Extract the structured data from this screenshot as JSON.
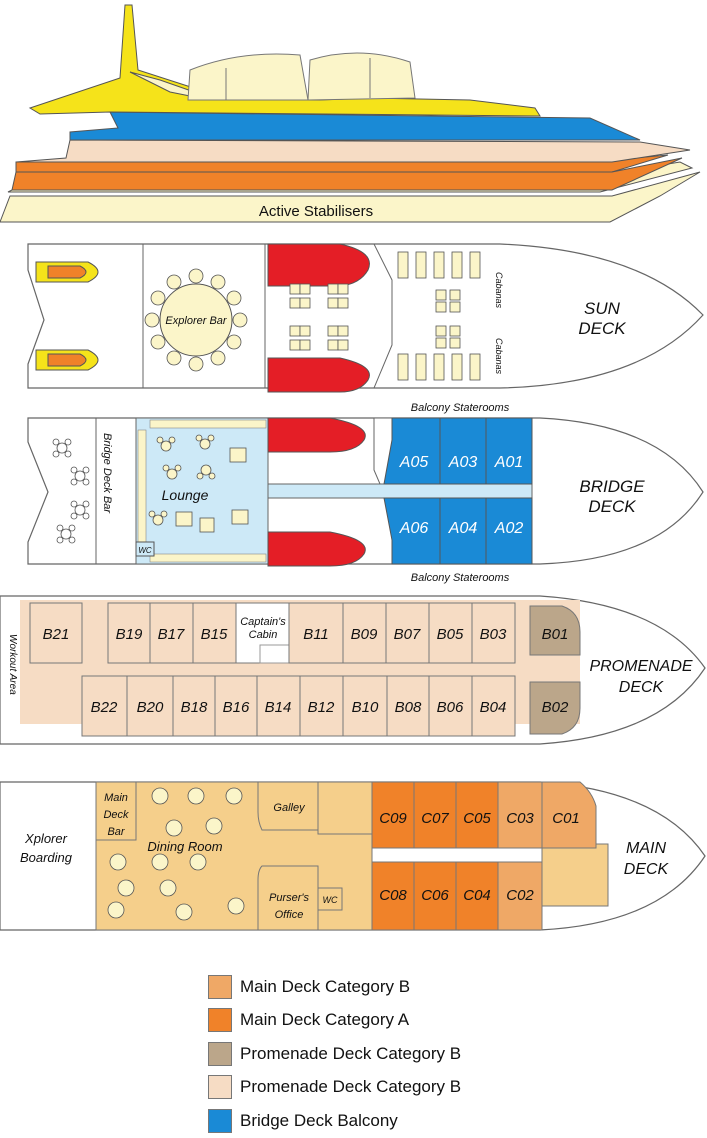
{
  "side_view": {
    "stabilisers_label": "Active Stabilisers"
  },
  "sun_deck": {
    "title_line1": "SUN",
    "title_line2": "DECK",
    "explorer_bar": "Explorer Bar",
    "cabanas_top": "Cabanas",
    "cabanas_bottom": "Cabanas"
  },
  "bridge_deck": {
    "title_line1": "BRIDGE",
    "title_line2": "DECK",
    "balcony_top": "Balcony Staterooms",
    "balcony_bottom": "Balcony Staterooms",
    "bar": "Bridge Deck Bar",
    "lounge": "Lounge",
    "wc": "WC",
    "cabins_top": [
      "A05",
      "A03",
      "A01"
    ],
    "cabins_bottom": [
      "A06",
      "A04",
      "A02"
    ]
  },
  "promenade_deck": {
    "title_line1": "PROMENADE",
    "title_line2": "DECK",
    "workout": "Workout Area",
    "captain_line1": "Captain's",
    "captain_line2": "Cabin",
    "cabins_top": [
      "B21",
      "B19",
      "B17",
      "B15",
      "B11",
      "B09",
      "B07",
      "B05",
      "B03",
      "B01"
    ],
    "cabins_bottom": [
      "B22",
      "B20",
      "B18",
      "B16",
      "B14",
      "B12",
      "B10",
      "B08",
      "B06",
      "B04",
      "B02"
    ]
  },
  "main_deck": {
    "title_line1": "MAIN",
    "title_line2": "DECK",
    "boarding_line1": "Xplorer",
    "boarding_line2": "Boarding",
    "bar_line1": "Main",
    "bar_line2": "Deck",
    "bar_line3": "Bar",
    "dining": "Dining Room",
    "galley": "Galley",
    "purser_line1": "Purser's",
    "purser_line2": "Office",
    "wc": "WC",
    "cabins_top": [
      "C09",
      "C07",
      "C05",
      "C03",
      "C01"
    ],
    "cabins_bottom": [
      "C08",
      "C06",
      "C04",
      "C02"
    ]
  },
  "legend": [
    {
      "label": "Main Deck Category B",
      "color": "#efa866"
    },
    {
      "label": "Main Deck Category A",
      "color": "#f08229"
    },
    {
      "label": "Promenade Deck Category B",
      "color": "#bba68a"
    },
    {
      "label": "Promenade Deck Category B",
      "color": "#f6dcc4"
    },
    {
      "label": "Bridge Deck Balcony",
      "color": "#1a8ad6"
    }
  ],
  "colors": {
    "sun_yellow": "#f5e31a",
    "bridge_blue": "#1a8ad6",
    "promenade_peach": "#f6dcc4",
    "main_orange": "#f08229",
    "main_light_orange": "#efa866",
    "promenade_brown": "#bba68a",
    "hull_cream": "#fbf5c9",
    "lounge_blue": "#cde9f7",
    "tender_red": "#e41e26",
    "dining_tan": "#f5cf8b"
  }
}
